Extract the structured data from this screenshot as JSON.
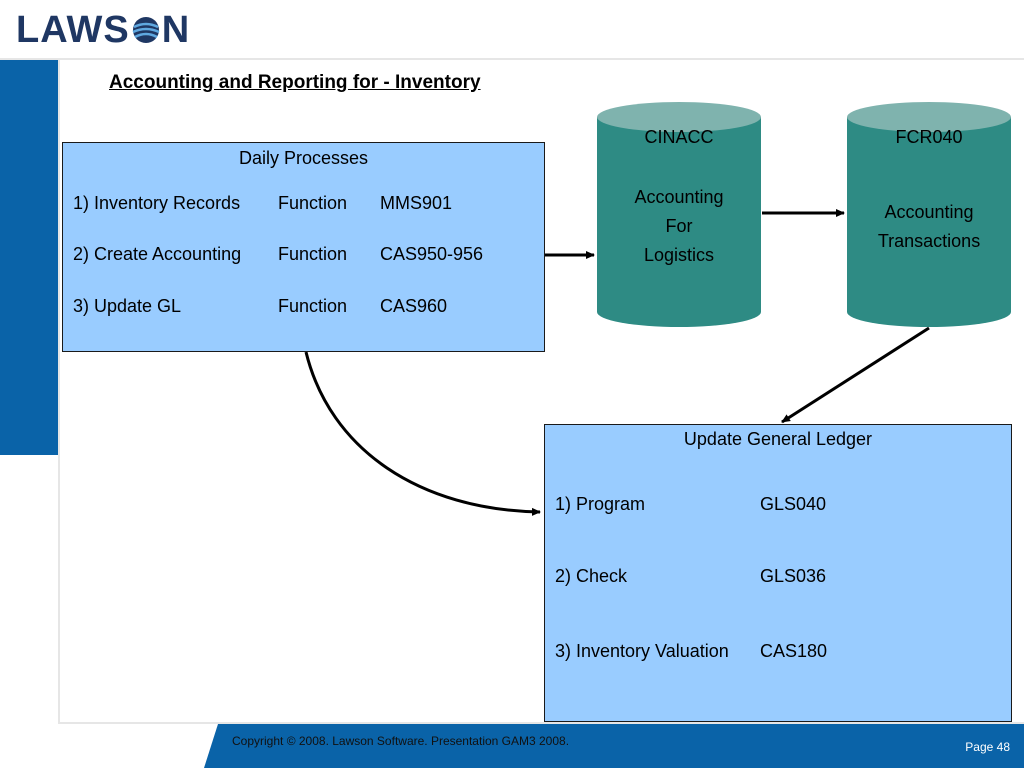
{
  "header": {
    "logo_left": "LAWS",
    "logo_right": "N"
  },
  "slide": {
    "title": "Accounting and Reporting for - Inventory"
  },
  "daily_box": {
    "heading": "Daily Processes",
    "rows": [
      {
        "item": "1) Inventory Records",
        "type": "Function",
        "code": "MMS901"
      },
      {
        "item": "2) Create Accounting",
        "type": "Function",
        "code": "CAS950-956"
      },
      {
        "item": "3) Update GL",
        "type": "Function",
        "code": "CAS960"
      }
    ]
  },
  "cylinders": [
    {
      "name": "CINACC",
      "lines": [
        "Accounting",
        "For",
        "Logistics"
      ]
    },
    {
      "name": "FCR040",
      "lines": [
        "Accounting",
        "Transactions"
      ]
    }
  ],
  "gl_box": {
    "heading": "Update General Ledger",
    "rows": [
      {
        "item": "1) Program",
        "code": "GLS040"
      },
      {
        "item": "2) Check",
        "code": "GLS036"
      },
      {
        "item": "3) Inventory Valuation",
        "code": "CAS180"
      }
    ]
  },
  "footer": {
    "copyright": "Copyright © 2008.  Lawson Software.  Presentation GAM3 2008.",
    "page": "Page 48"
  },
  "colors": {
    "brand_blue": "#0a63a8",
    "box_fill": "#99ccff",
    "cylinder_body": "#2e8b84",
    "cylinder_top": "#7fb3ae"
  }
}
